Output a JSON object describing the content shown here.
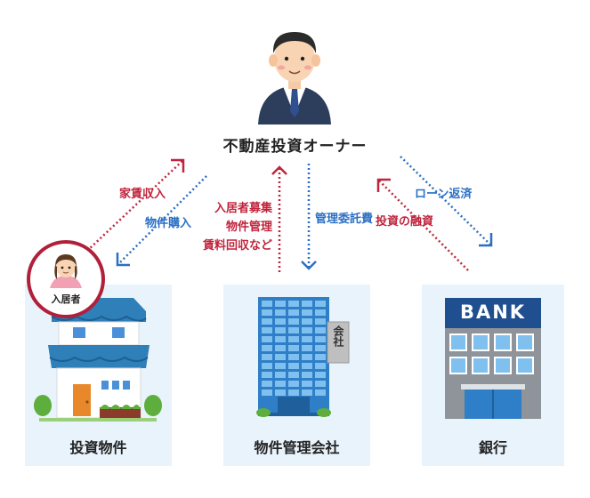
{
  "owner": {
    "title": "不動産投資オーナー"
  },
  "tenant": {
    "label": "入居者"
  },
  "nodes": {
    "property": {
      "label": "投資物件"
    },
    "management": {
      "label": "物件管理会社"
    },
    "bank": {
      "label": "銀行",
      "sign": "BANK"
    }
  },
  "building_sign": {
    "text": "会社"
  },
  "flows": {
    "rent_income": "家賃収入",
    "property_purchase": "物件購入",
    "mgmt_services": [
      "入居者募集",
      "物件管理",
      "賃料回収など"
    ],
    "mgmt_fee": "管理委託費",
    "loan_repayment": "ローン返済",
    "investment_loan": "投資の融資"
  },
  "colors": {
    "red_flow": "#c0243c",
    "blue_flow": "#2a6fc4",
    "card_bg": "#e8f3fc"
  }
}
